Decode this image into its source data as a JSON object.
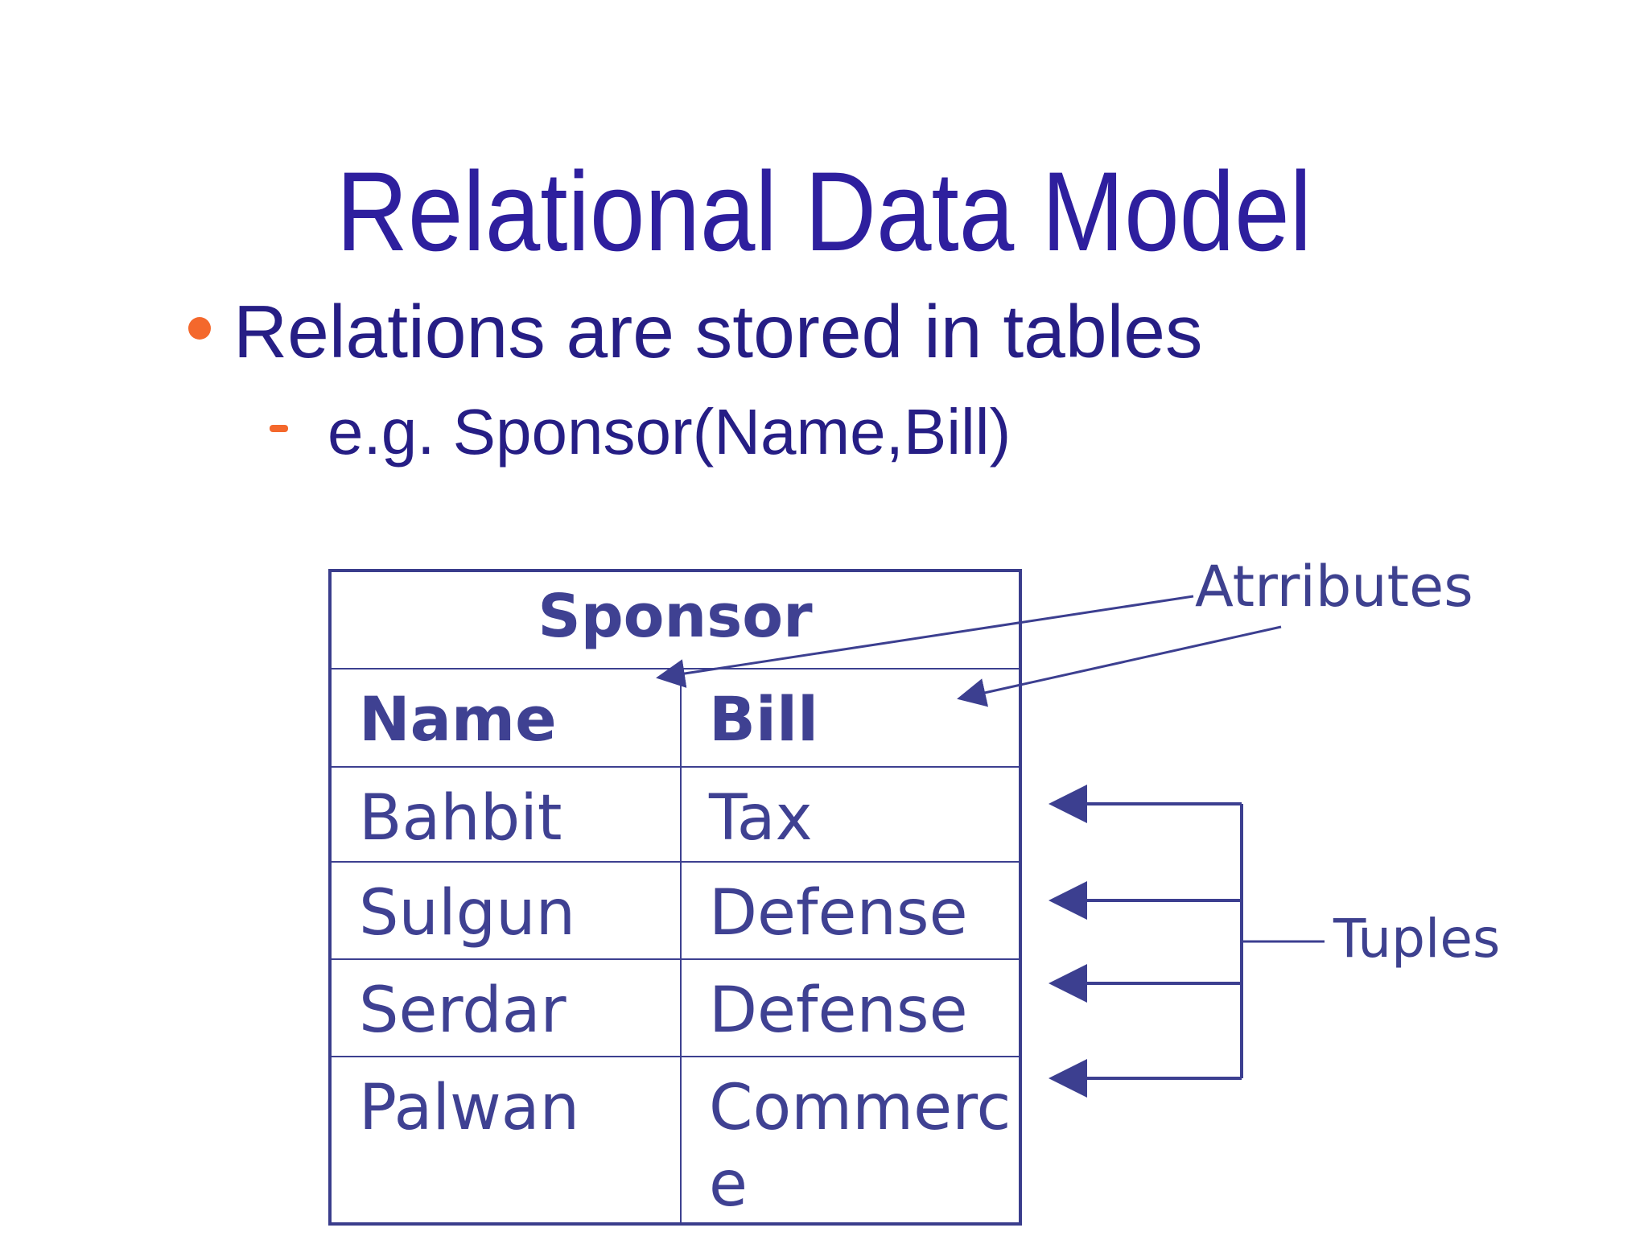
{
  "slide": {
    "title": "Relational Data Model",
    "bullet": {
      "text": "Relations are stored in tables",
      "sub_text": "e.g. Sponsor(Name,Bill)"
    },
    "table": {
      "title": "Sponsor",
      "columns": [
        "Name",
        "Bill"
      ],
      "rows": [
        [
          "Bahbit",
          "Tax"
        ],
        [
          "Sulgun",
          "Defense"
        ],
        [
          "Serdar",
          "Defense"
        ],
        [
          "Palwan",
          "Commerce"
        ]
      ]
    },
    "annotations": {
      "attributes_label": "Atrributes",
      "tuples_label": "Tuples"
    },
    "colors": {
      "title_ink": "#2e1f9e",
      "body_ink": "#261e85",
      "accent_orange": "#f4682c",
      "table_ink": "#3f4192",
      "table_border": "#3d4090",
      "line_ink": "#3c3f90",
      "background": "#ffffff"
    }
  }
}
